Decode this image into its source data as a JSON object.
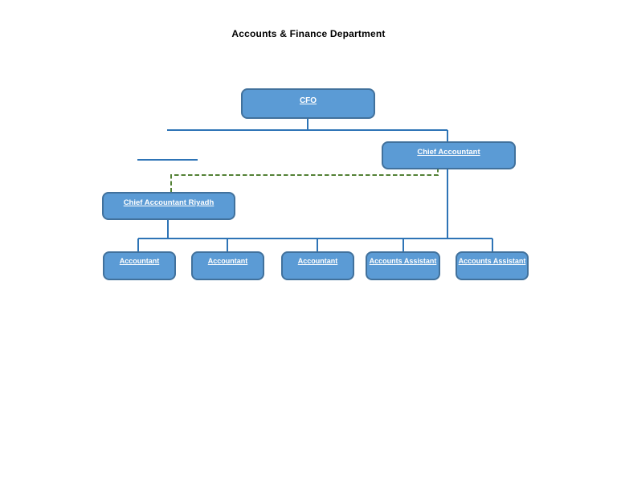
{
  "page": {
    "title": "Accounts & Finance Department"
  },
  "colors": {
    "node_fill": "#5B9BD5",
    "node_border": "#41719C",
    "node_text": "#FFFFFF",
    "connector_solid": "#2E74B6",
    "connector_dashed": "#538135",
    "title_text": "#000000",
    "background": "#FFFFFF"
  },
  "org_chart": {
    "nodes": {
      "cfo": {
        "label": "CFO"
      },
      "chief_accountant": {
        "label": "Chief Accountant"
      },
      "chief_accountant_riyadh": {
        "label": "Chief Accountant Riyadh"
      },
      "bottom_row": [
        {
          "label": "Accountant"
        },
        {
          "label": "Accountant"
        },
        {
          "label": "Accountant"
        },
        {
          "label": "Accounts Assistant"
        },
        {
          "label": "Accounts Assistant"
        }
      ]
    }
  }
}
